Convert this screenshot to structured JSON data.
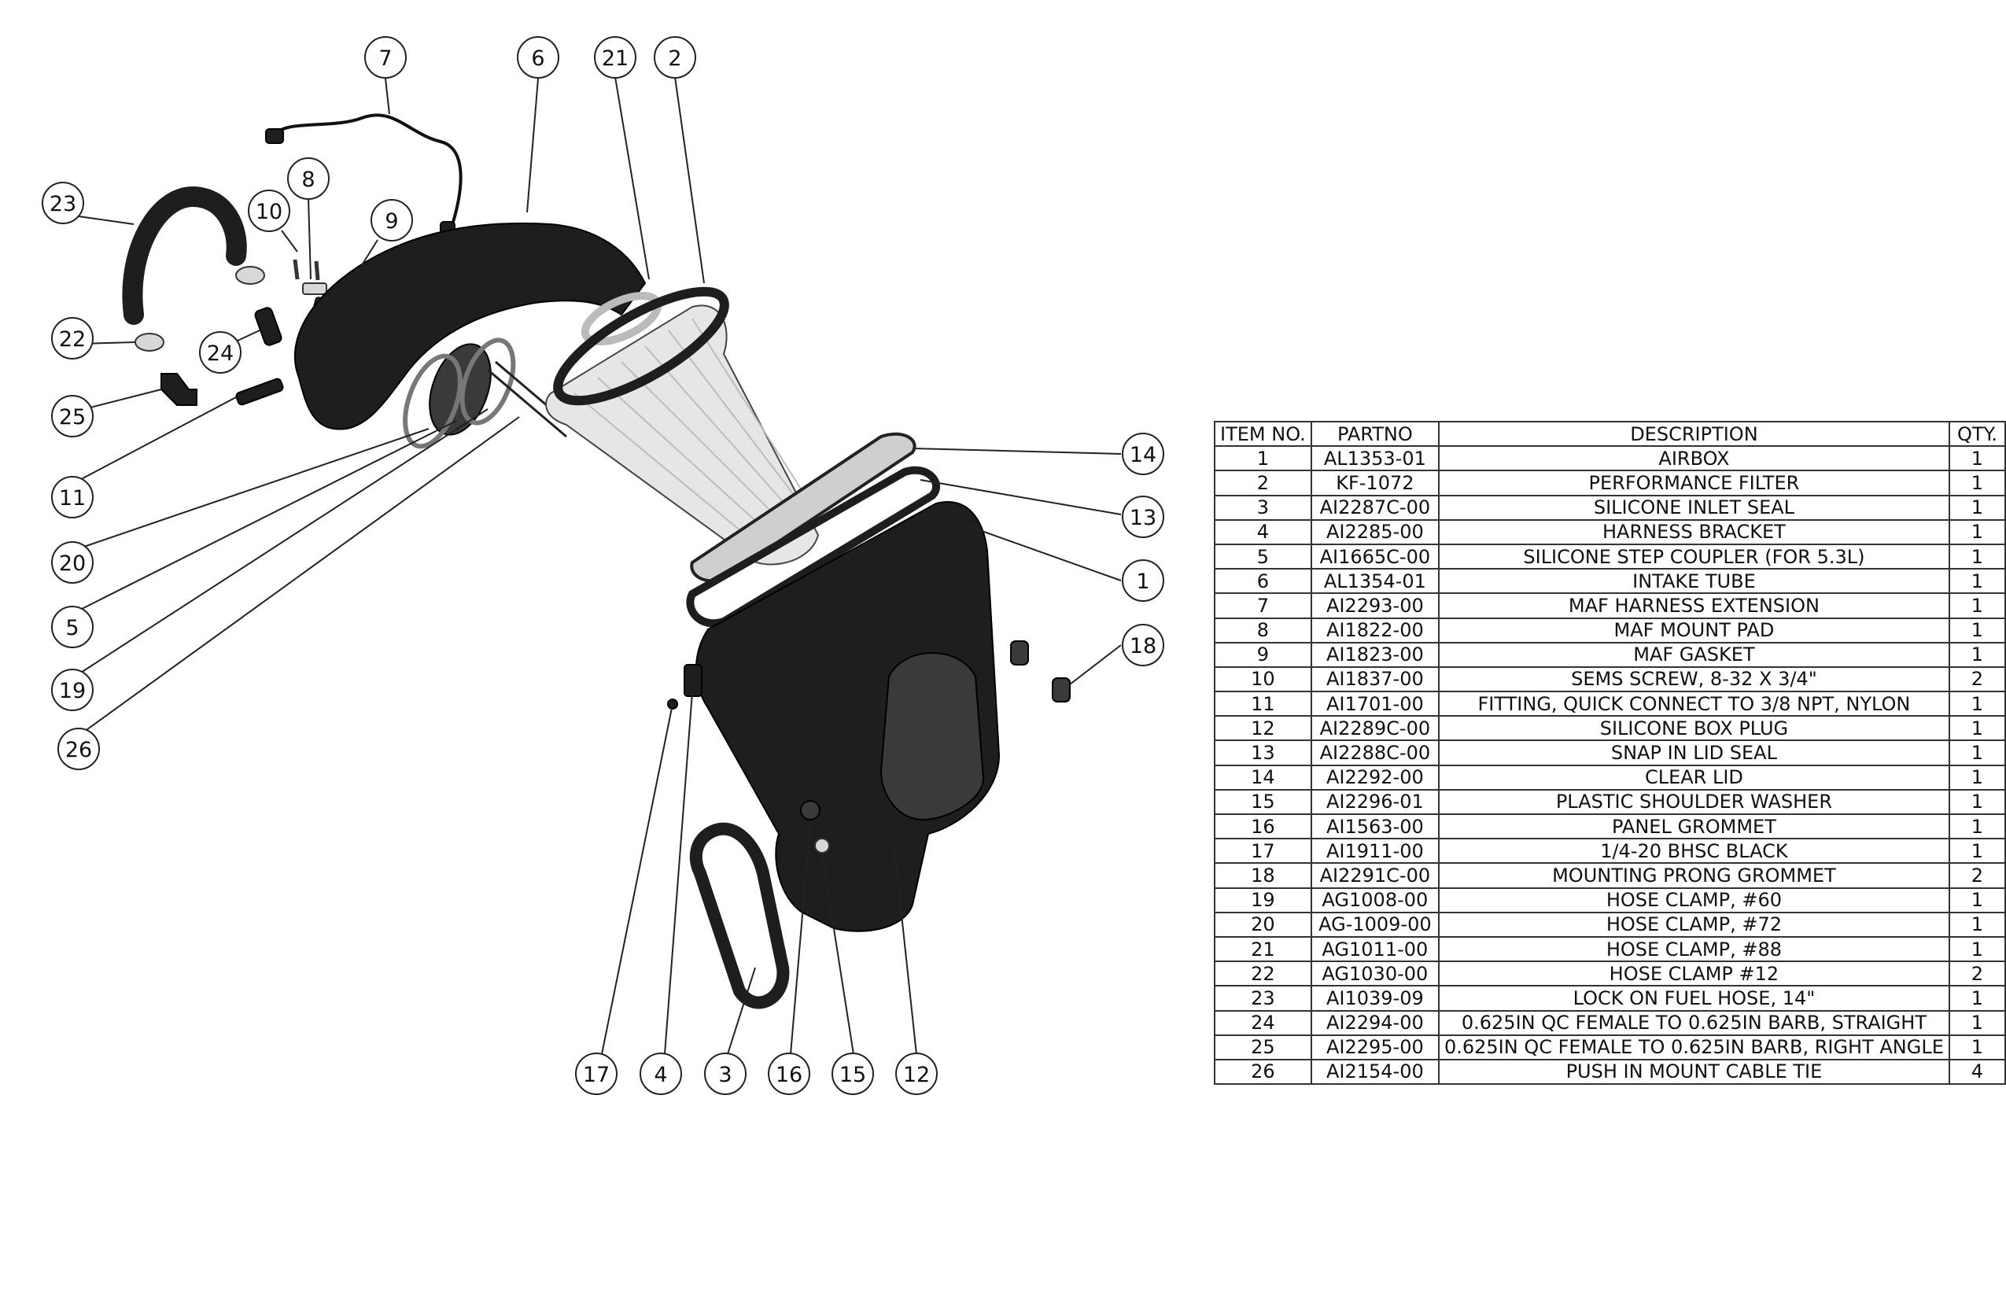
{
  "table": {
    "headers": [
      "ITEM NO.",
      "PARTNO",
      "DESCRIPTION",
      "QTY."
    ],
    "rows": [
      [
        "1",
        "AL1353-01",
        "AIRBOX",
        "1"
      ],
      [
        "2",
        "KF-1072",
        "PERFORMANCE FILTER",
        "1"
      ],
      [
        "3",
        "AI2287C-00",
        "SILICONE INLET SEAL",
        "1"
      ],
      [
        "4",
        "AI2285-00",
        "HARNESS BRACKET",
        "1"
      ],
      [
        "5",
        "AI1665C-00",
        "SILICONE STEP COUPLER (FOR 5.3L)",
        "1"
      ],
      [
        "6",
        "AL1354-01",
        "INTAKE TUBE",
        "1"
      ],
      [
        "7",
        "AI2293-00",
        "MAF HARNESS EXTENSION",
        "1"
      ],
      [
        "8",
        "AI1822-00",
        "MAF MOUNT PAD",
        "1"
      ],
      [
        "9",
        "AI1823-00",
        "MAF GASKET",
        "1"
      ],
      [
        "10",
        "AI1837-00",
        "SEMS SCREW, 8-32 X 3/4\"",
        "2"
      ],
      [
        "11",
        "AI1701-00",
        "FITTING, QUICK CONNECT TO 3/8 NPT, NYLON",
        "1"
      ],
      [
        "12",
        "AI2289C-00",
        "SILICONE BOX PLUG",
        "1"
      ],
      [
        "13",
        "AI2288C-00",
        "SNAP IN LID SEAL",
        "1"
      ],
      [
        "14",
        "AI2292-00",
        "CLEAR LID",
        "1"
      ],
      [
        "15",
        "AI2296-01",
        "PLASTIC SHOULDER WASHER",
        "1"
      ],
      [
        "16",
        "AI1563-00",
        "PANEL GROMMET",
        "1"
      ],
      [
        "17",
        "AI1911-00",
        "1/4-20 BHSC BLACK",
        "1"
      ],
      [
        "18",
        "AI2291C-00",
        "MOUNTING PRONG GROMMET",
        "2"
      ],
      [
        "19",
        "AG1008-00",
        "HOSE CLAMP, #60",
        "1"
      ],
      [
        "20",
        "AG-1009-00",
        "HOSE CLAMP, #72",
        "1"
      ],
      [
        "21",
        "AG1011-00",
        "HOSE CLAMP, #88",
        "1"
      ],
      [
        "22",
        "AG1030-00",
        "HOSE CLAMP #12",
        "2"
      ],
      [
        "23",
        "AI1039-09",
        "LOCK ON FUEL HOSE, 14\"",
        "1"
      ],
      [
        "24",
        "AI2294-00",
        "0.625IN QC FEMALE TO 0.625IN BARB, STRAIGHT",
        "1"
      ],
      [
        "25",
        "AI2295-00",
        "0.625IN QC FEMALE TO 0.625IN BARB, RIGHT ANGLE",
        "1"
      ],
      [
        "26",
        "AI2154-00",
        "PUSH IN MOUNT CABLE TIE",
        "4"
      ]
    ]
  },
  "balloons": [
    "7",
    "6",
    "21",
    "2",
    "23",
    "10",
    "8",
    "9",
    "22",
    "24",
    "25",
    "11",
    "20",
    "5",
    "19",
    "26",
    "14",
    "13",
    "1",
    "18",
    "17",
    "4",
    "3",
    "16",
    "15",
    "12"
  ]
}
